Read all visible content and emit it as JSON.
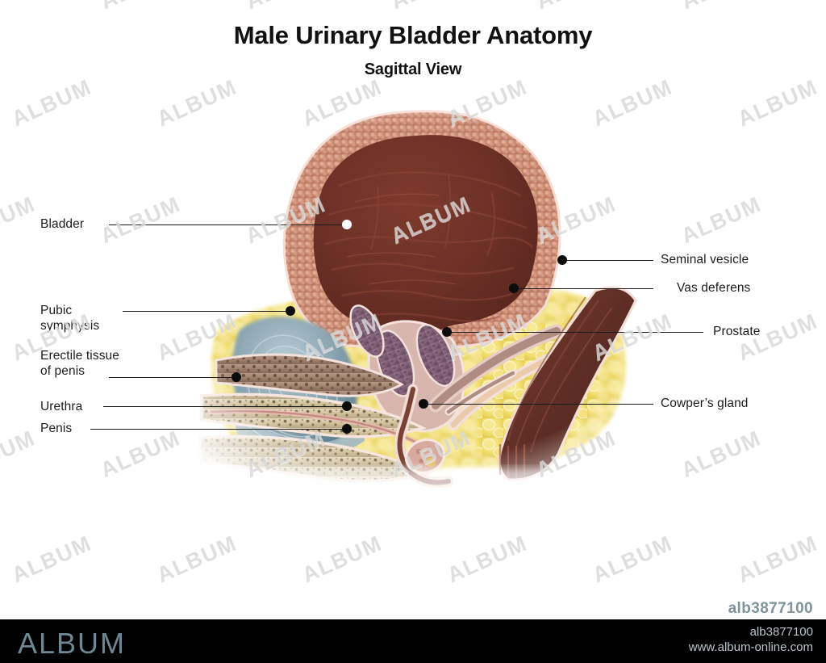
{
  "header": {
    "title": "Male Urinary Bladder Anatomy",
    "subtitle": "Sagittal View"
  },
  "figure": {
    "alt_name": "male-urinary-bladder-sagittal-illustration",
    "labels_left": [
      {
        "id": "bladder",
        "text": "Bladder",
        "dot": "white"
      },
      {
        "id": "pubic-symphysis",
        "text": "Pubic\nsymphysis",
        "dot": "black"
      },
      {
        "id": "erectile-tissue",
        "text": "Erectile tissue\nof penis",
        "dot": "black"
      },
      {
        "id": "urethra",
        "text": "Urethra",
        "dot": "black"
      },
      {
        "id": "penis",
        "text": "Penis",
        "dot": "black"
      }
    ],
    "labels_right": [
      {
        "id": "seminal-vesicle",
        "text": "Seminal vesicle",
        "dot": "black"
      },
      {
        "id": "vas-deferens",
        "text": "Vas deferens",
        "dot": "black"
      },
      {
        "id": "prostate",
        "text": "Prostate",
        "dot": "black"
      },
      {
        "id": "cowpers-gland",
        "text": "Cowper’s gland",
        "dot": "black"
      }
    ],
    "colors": {
      "bladder_wall": "#c98b77",
      "bladder_lumen": "#6e3127",
      "fat": "#f2df71",
      "pubic_symphysis": "#8fa9b5",
      "erectile_tissue": "#d6c9a8",
      "prostate": "#8d6a80",
      "rectum": "#6b362c",
      "mucosa_pink": "#e9c4bc"
    }
  },
  "watermark": {
    "text": "ALBUM"
  },
  "footer": {
    "logo": "ALBUM",
    "image_id": "alb3877100",
    "image_id_top": "alb3877100",
    "url": "www.album-online.com",
    "background": "#000000",
    "logo_color": "#6d8794"
  }
}
